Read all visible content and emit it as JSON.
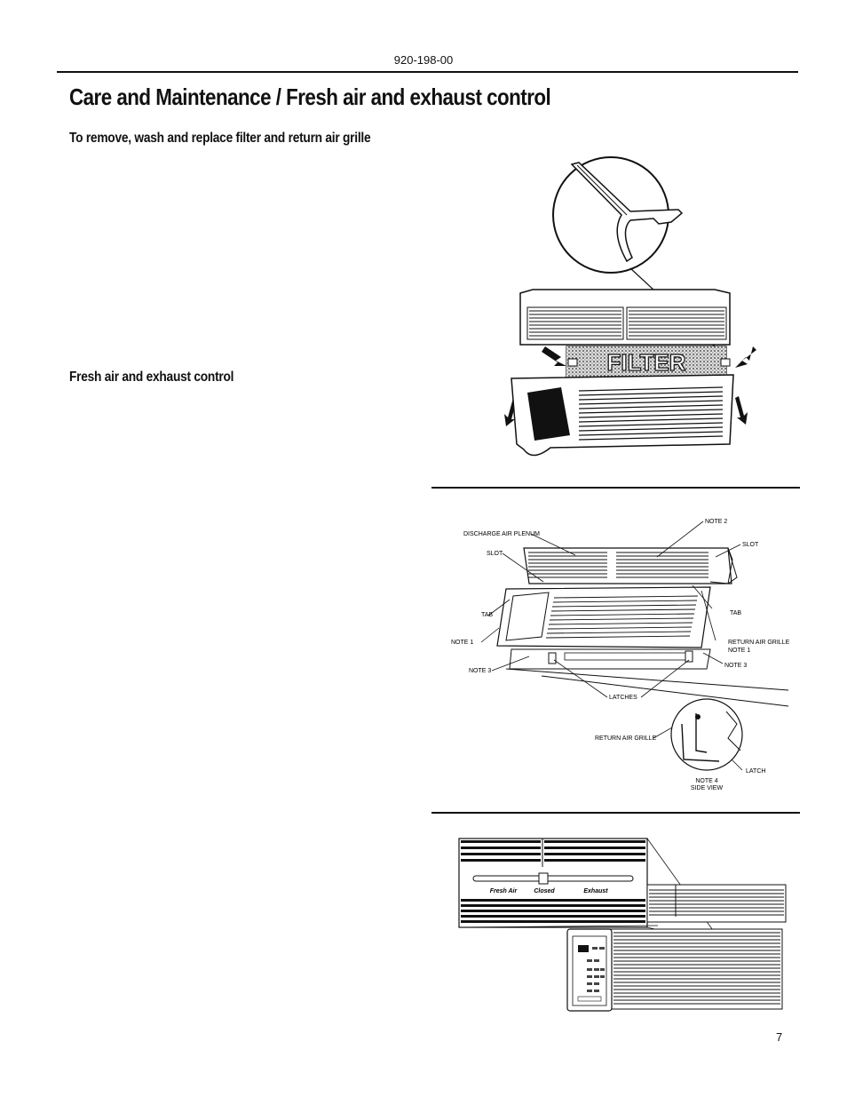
{
  "header": {
    "doc_number": "920-198-00"
  },
  "page": {
    "title": "Care and Maintenance / Fresh air and exhaust control",
    "section1_heading": "To remove, wash and replace filter and return air grille",
    "section2_heading": "Fresh air and exhaust control",
    "page_number": "7"
  },
  "figure1": {
    "filter_label": "FILTER"
  },
  "figure2": {
    "labels": {
      "discharge_air_plenum": "DISCHARGE AIR PLENUM",
      "slot_left": "SLOT",
      "note2": "NOTE 2",
      "slot_right": "SLOT",
      "tab_left": "TAB",
      "tab_right": "TAB",
      "note1_left": "NOTE 1",
      "return_air_grille_line1": "RETURN AIR GRILLE",
      "return_air_grille_line2": "NOTE 1",
      "note3_left": "NOTE 3",
      "note3_right": "NOTE 3",
      "latches": "LATCHES",
      "return_air_grille_detail": "RETURN AIR GRILLE",
      "latch": "LATCH",
      "note4_line1": "NOTE 4",
      "note4_line2": "SIDE VIEW"
    }
  },
  "figure3": {
    "fresh_air": "Fresh Air",
    "closed": "Closed",
    "exhaust": "Exhaust"
  }
}
